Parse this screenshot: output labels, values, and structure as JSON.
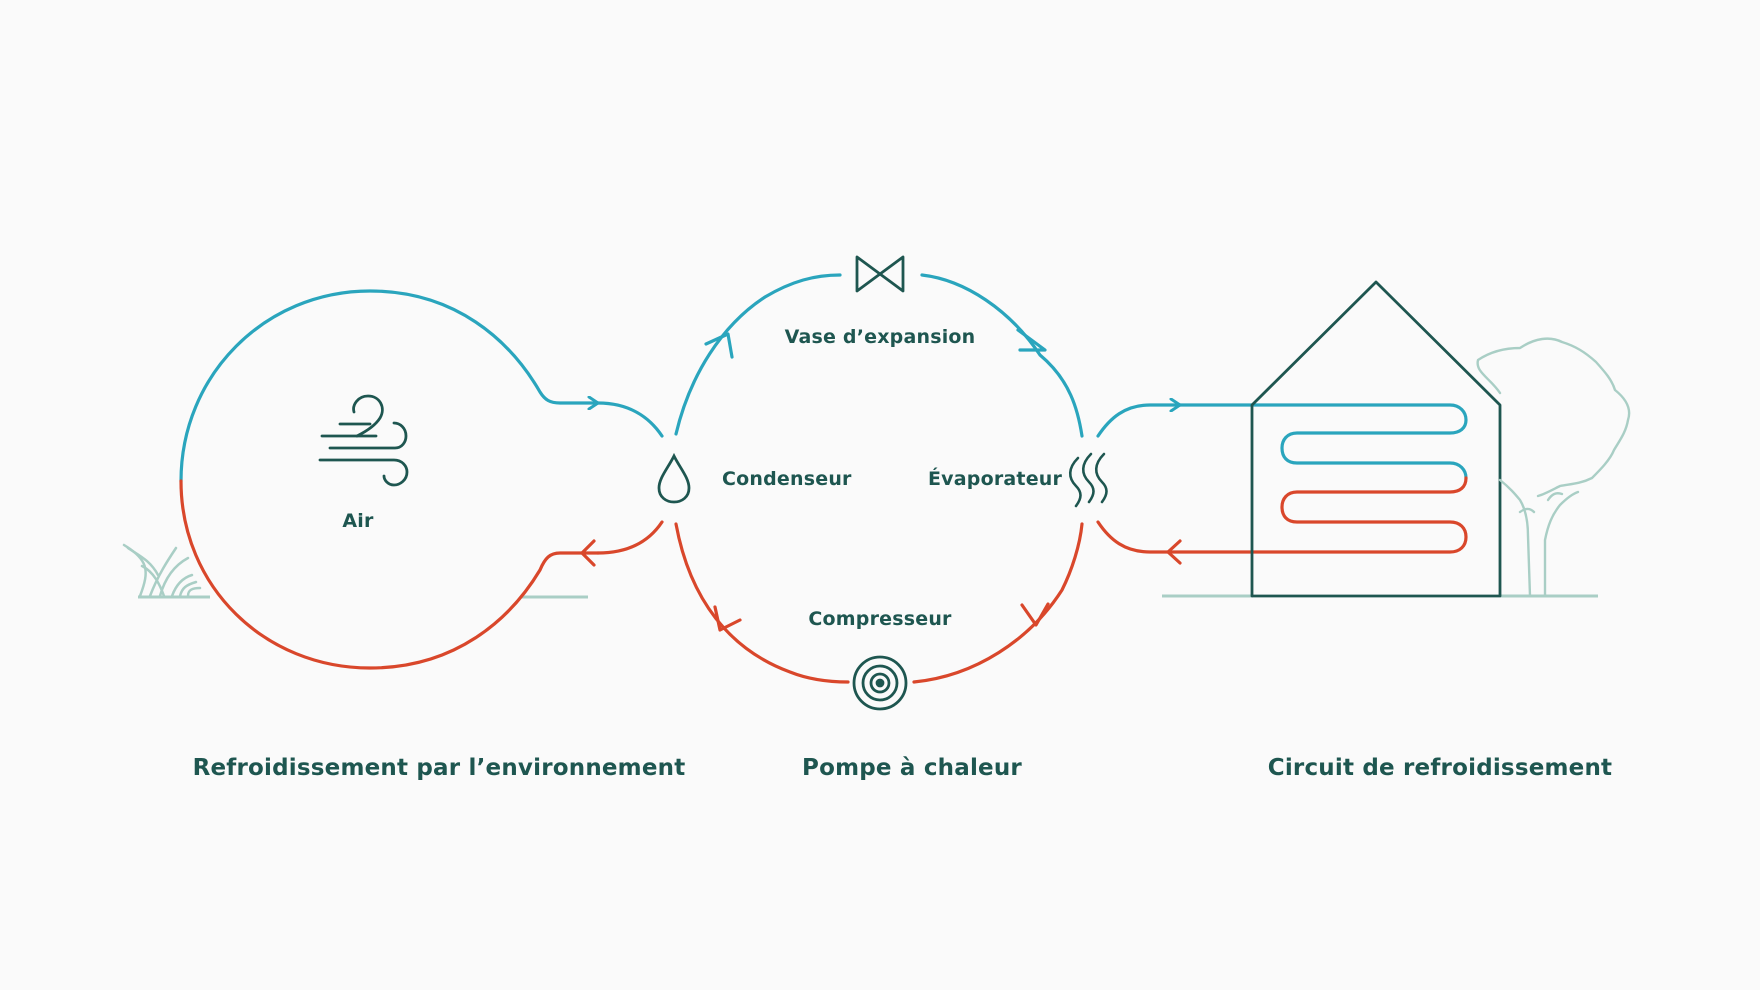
{
  "colors": {
    "cold": "#2aa5bd",
    "hot": "#d9472b",
    "icon": "#1e5650",
    "ground": "#a9cec5",
    "background": "#fafafa"
  },
  "icons": {
    "wind": "wind-icon",
    "valve": "valve-icon",
    "drop": "drop-icon",
    "heat": "heat-waves-icon",
    "compressor": "compressor-icon",
    "house": "house-icon",
    "tree": "tree-icon",
    "grass": "grass-icon"
  },
  "labels": {
    "air": "Air",
    "expansion_vessel": "Vase d’expansion",
    "condenser": "Condenseur",
    "evaporator": "Évaporateur",
    "compressor": "Compresseur"
  },
  "captions": {
    "environment": "Refroidissement par l’environnement",
    "heat_pump": "Pompe à chaleur",
    "cooling_circuit": "Circuit de refroidissement"
  }
}
